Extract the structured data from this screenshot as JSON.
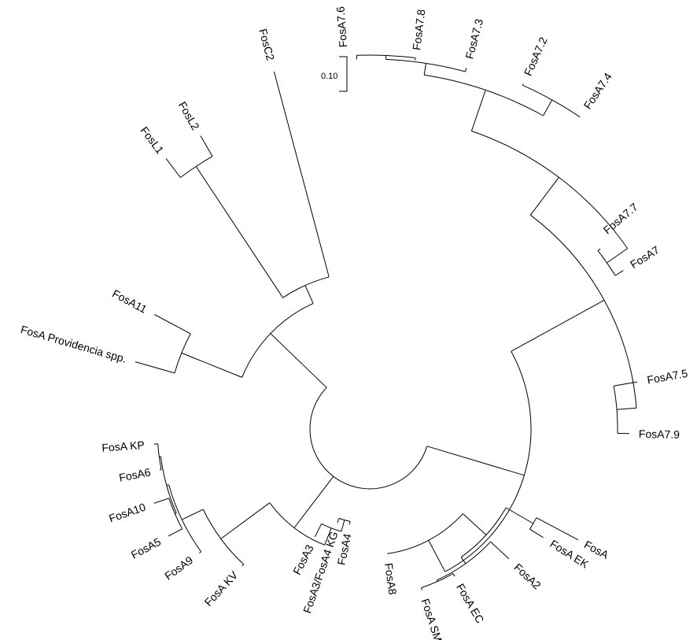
{
  "scale_bar": {
    "label": "0.10"
  },
  "leaves": [
    {
      "id": "FosA7.6",
      "label": "FosA7.6"
    },
    {
      "id": "FosA7.8",
      "label": "FosA7.8"
    },
    {
      "id": "FosA7.3",
      "label": "FosA7.3"
    },
    {
      "id": "FosA7.2",
      "label": "FosA7.2"
    },
    {
      "id": "FosA7.4",
      "label": "FosA7.4"
    },
    {
      "id": "FosA7.7",
      "label": "FosA7.7"
    },
    {
      "id": "FosA7",
      "label": "FosA7"
    },
    {
      "id": "FosA7.5",
      "label": "FosA7.5"
    },
    {
      "id": "FosA7.9",
      "label": "FosA7.9"
    },
    {
      "id": "FosA",
      "label": "FosA"
    },
    {
      "id": "FosA_EK",
      "label": "FosA EK"
    },
    {
      "id": "FosA2",
      "label": "FosA2"
    },
    {
      "id": "FosA_EC",
      "label": "FosA EC"
    },
    {
      "id": "FosA_SM",
      "label": "FosA SM"
    },
    {
      "id": "FosA8",
      "label": "FosA8"
    },
    {
      "id": "FosA4",
      "label": "FosA4"
    },
    {
      "id": "FosA3_FosA4_KG",
      "label": "FosA3/FosA4 KG"
    },
    {
      "id": "FosA3",
      "label": "FosA3"
    },
    {
      "id": "FosA_KV",
      "label": "FosA KV"
    },
    {
      "id": "FosA9",
      "label": "FosA9"
    },
    {
      "id": "FosA5",
      "label": "FosA5"
    },
    {
      "id": "FosA10",
      "label": "FosA10"
    },
    {
      "id": "FosA6",
      "label": "FosA6"
    },
    {
      "id": "FosA_KP",
      "label": "FosA KP"
    },
    {
      "id": "FosA_Providencia",
      "label": "FosA Providencia spp."
    },
    {
      "id": "FosA11",
      "label": "FosA11"
    },
    {
      "id": "FosL1",
      "label": "FosL1"
    },
    {
      "id": "FosL2",
      "label": "FosL2"
    },
    {
      "id": "FosC2",
      "label": "FosC2"
    }
  ]
}
